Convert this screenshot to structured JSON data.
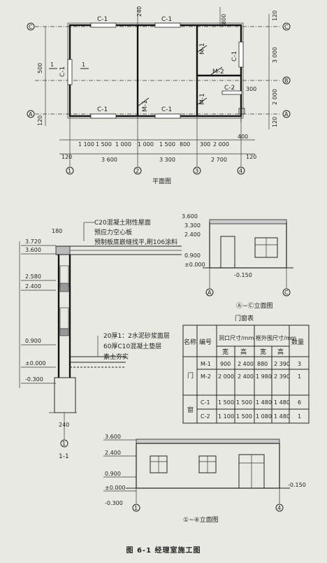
{
  "plan": {
    "title": "平面图",
    "window_labels": [
      "C-1",
      "C-1",
      "C-1",
      "C-1",
      "C-1",
      "C-1",
      "C-2"
    ],
    "door_labels": [
      "M-1",
      "M-1",
      "M-1",
      "M-2"
    ],
    "dims_top": [
      "240",
      "800"
    ],
    "dims_right": [
      "120",
      "3 000",
      "2 000",
      "120",
      "300"
    ],
    "dims_left": [
      "500",
      "120"
    ],
    "dims_bottom_row1": [
      "1 100",
      "1 500",
      "1 000",
      "1 000",
      "1 500",
      "800",
      "300",
      "2 000",
      "400"
    ],
    "dims_bottom_row2": [
      "3 600",
      "3 300",
      "2 700"
    ],
    "dims_bottom_side": [
      "120",
      "120"
    ],
    "axis_letters": [
      "A",
      "B",
      "C"
    ],
    "axis_numbers": [
      "1",
      "2",
      "3",
      "4"
    ],
    "side_marks": [
      "1",
      "1"
    ]
  },
  "section": {
    "title": "1-1",
    "notes": [
      "C20混凝土刚性屋面",
      "预应力空心板",
      "预制板底嵌缝找平,刷106涂料"
    ],
    "floor_notes": [
      "20厚1：2水泥砂浆面层",
      "60厚C10混凝土垫层",
      "素土夯实"
    ],
    "elevations": [
      "3.720",
      "3.600",
      "2.580",
      "2.400",
      "0.900",
      "±0.000",
      "-0.300"
    ],
    "dim_top": "180",
    "dim_bottom": "240",
    "axis": "1"
  },
  "elev_ac": {
    "title": "Ⓐ~Ⓒ立面图",
    "elevations": [
      "3.600",
      "3.300",
      "2.400",
      "0.900",
      "±0.000",
      "-0.150"
    ],
    "axes": [
      "A",
      "C"
    ]
  },
  "elev_14": {
    "title": "①~④立面图",
    "elevations": [
      "3.600",
      "2.400",
      "0.900",
      "±0.000",
      "-0.300",
      "-0.150"
    ],
    "axes": [
      "1",
      "4"
    ]
  },
  "table": {
    "title": "门窗表",
    "headers": {
      "name": "名称",
      "code": "编号",
      "opening": "洞口尺寸/mm",
      "frame": "框外围尺寸/mm",
      "qty": "数量",
      "width": "宽",
      "height": "高"
    },
    "groups": [
      {
        "name": "门",
        "rows": [
          [
            "M-1",
            "900",
            "2 400",
            "880",
            "2 390",
            "3"
          ],
          [
            "M-2",
            "2 000",
            "2 400",
            "1 980",
            "2 390",
            "1"
          ]
        ]
      },
      {
        "name": "窗",
        "rows": [
          [
            "C-1",
            "1 500",
            "1 500",
            "1 480",
            "1 480",
            "6"
          ],
          [
            "C-2",
            "1 100",
            "1 500",
            "1 080",
            "1 480",
            "1"
          ]
        ]
      }
    ]
  },
  "figure_caption": "图 6-1  经理室施工图"
}
